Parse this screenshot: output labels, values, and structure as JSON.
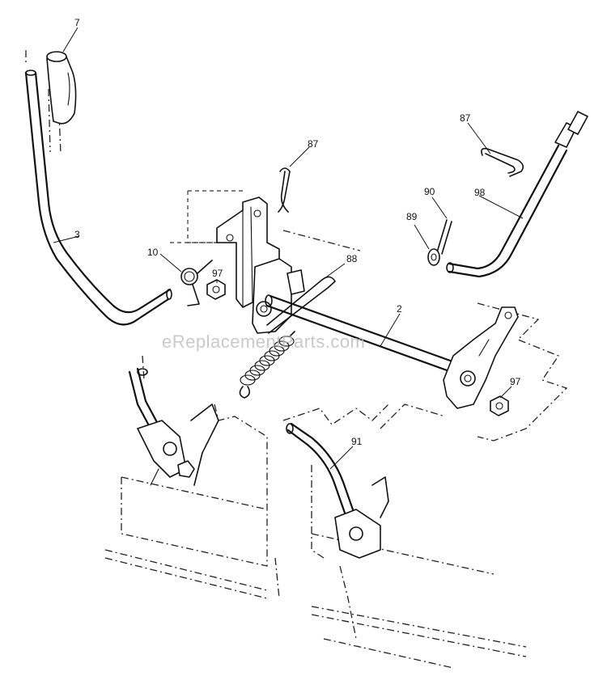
{
  "watermark": "eReplacementParts.com",
  "callouts": {
    "c7": "7",
    "c3": "3",
    "c10": "10",
    "c97a": "97",
    "c87a": "87",
    "c88": "88",
    "c87b": "87",
    "c90": "90",
    "c98": "98",
    "c89": "89",
    "c2": "2",
    "c97b": "97",
    "c91": "91"
  }
}
